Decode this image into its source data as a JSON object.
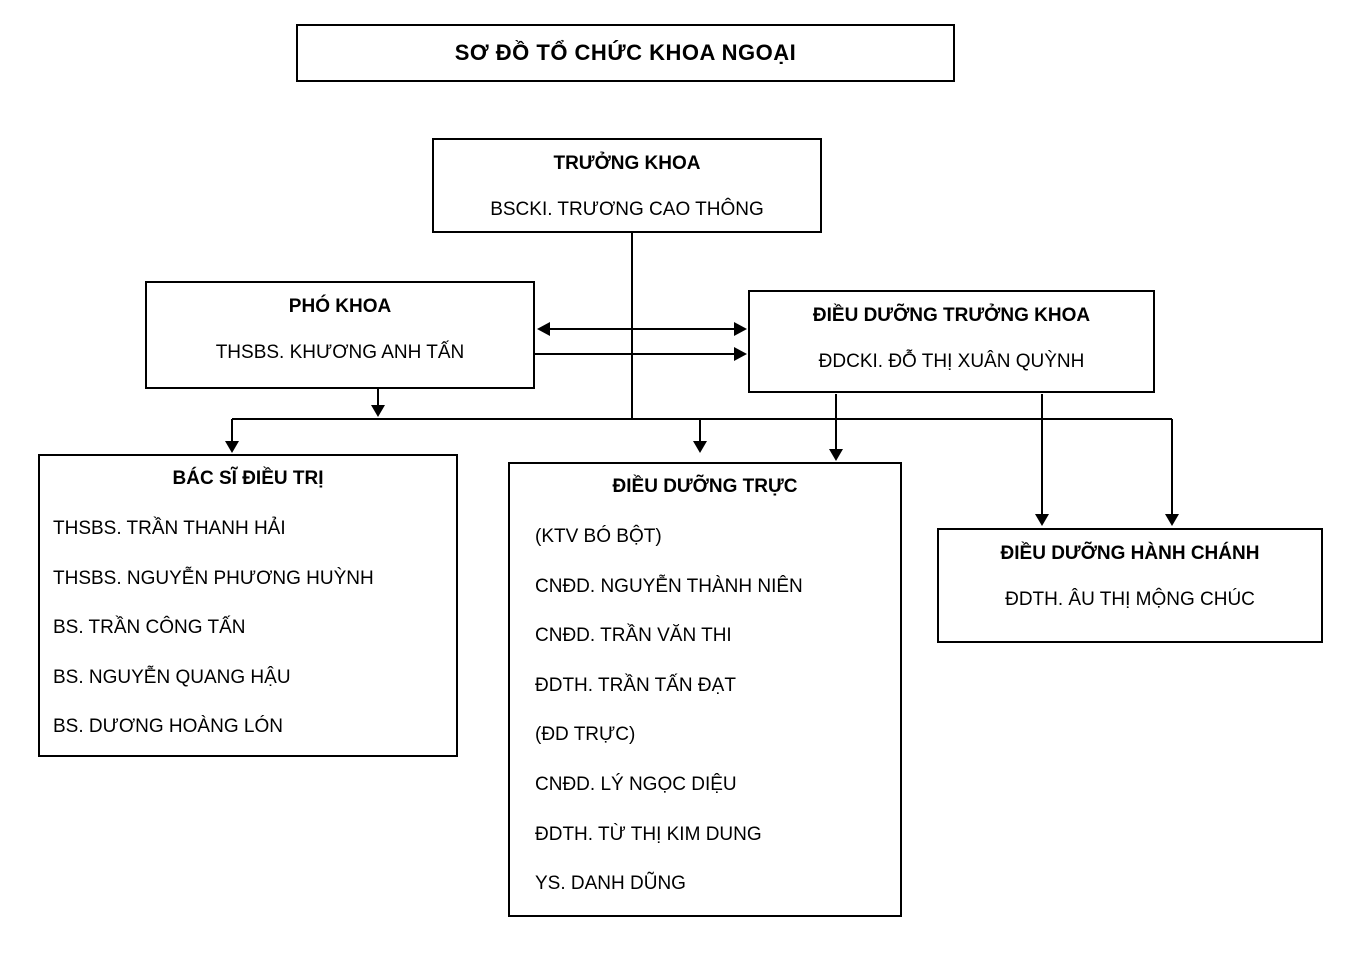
{
  "title": "SƠ ĐỒ TỔ CHỨC KHOA NGOẠI",
  "colors": {
    "line": "#000000",
    "background": "#ffffff",
    "text": "#000000"
  },
  "nodes": {
    "truong_khoa": {
      "title": "TRƯỞNG KHOA",
      "name": "BSCKI. TRƯƠNG CAO THÔNG"
    },
    "pho_khoa": {
      "title": "PHÓ KHOA",
      "name": "THSBS. KHƯƠNG ANH TẤN"
    },
    "dieu_duong_truong_khoa": {
      "title": "ĐIỀU DƯỠNG TRƯỞNG KHOA",
      "name": "ĐDCKI. ĐỖ THỊ XUÂN QUỲNH"
    },
    "bac_si_dieu_tri": {
      "title": "BÁC SĨ ĐIỀU TRỊ",
      "members": [
        "THSBS. TRẦN THANH HẢI",
        "THSBS. NGUYỄN PHƯƠNG HUỲNH",
        "BS. TRẦN CÔNG TẤN",
        "BS. NGUYỄN QUANG HẬU",
        "BS. DƯƠNG HOÀNG LÓN"
      ]
    },
    "dieu_duong_truc": {
      "title": "ĐIỀU DƯỠNG TRỰC",
      "members": [
        "(KTV BÓ BỘT)",
        "CNĐD. NGUYỄN THÀNH NIÊN",
        "CNĐD. TRẦN VĂN THI",
        "ĐDTH. TRẦN TẤN ĐẠT",
        "(ĐD TRỰC)",
        "CNĐD. LÝ NGỌC DIỆU",
        "ĐDTH. TỪ THỊ KIM DUNG",
        "YS. DANH DŨNG"
      ]
    },
    "dieu_duong_hanh_chanh": {
      "title": "ĐIỀU DƯỠNG HÀNH CHÁNH",
      "name": "ĐDTH. ÂU THỊ MỘNG CHÚC"
    }
  }
}
